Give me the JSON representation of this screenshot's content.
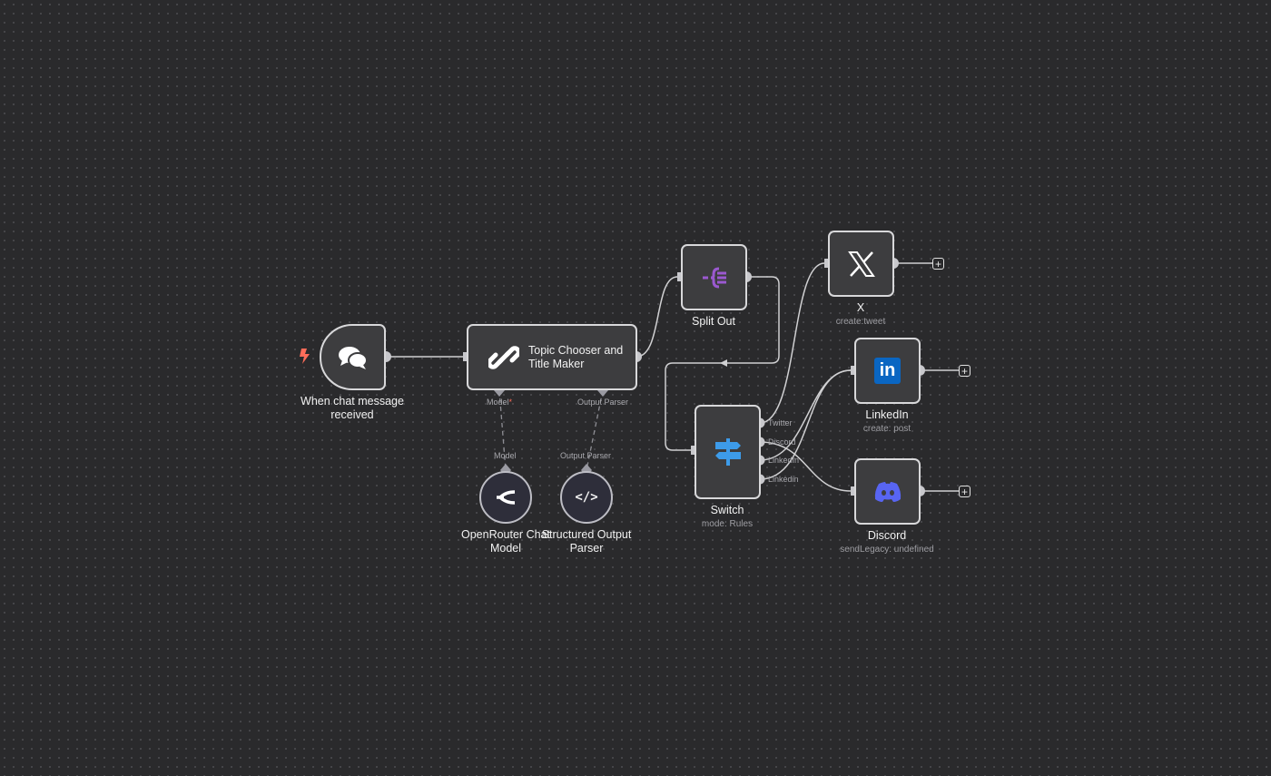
{
  "nodes": {
    "trigger": {
      "label": "When chat message received",
      "icon": "chat-bubbles-icon"
    },
    "agent": {
      "label": "Topic Chooser and Title Maker",
      "icon": "link-chain-icon",
      "ports": {
        "model": "Model",
        "model_required": "*",
        "parser": "Output Parser"
      }
    },
    "openrouter": {
      "label": "OpenRouter Chat Model",
      "port": "Model",
      "icon": "openrouter-icon"
    },
    "parser": {
      "label": "Structured Output Parser",
      "port": "Output Parser",
      "icon": "code-icon"
    },
    "split_out": {
      "label": "Split Out",
      "icon": "split-icon",
      "color": "#9b59d0"
    },
    "switch": {
      "label": "Switch",
      "subtitle": "mode: Rules",
      "icon": "signpost-icon",
      "color": "#3d9be9",
      "outputs": [
        "Twitter",
        "Discord",
        "LinkedIn",
        "Linkedin"
      ]
    },
    "x": {
      "label": "X",
      "subtitle": "create:tweet",
      "icon": "x-logo-icon"
    },
    "linkedin": {
      "label": "LinkedIn",
      "subtitle": "create: post",
      "icon": "linkedin-logo-icon",
      "color": "#0a66c2"
    },
    "discord": {
      "label": "Discord",
      "subtitle": "sendLegacy: undefined",
      "icon": "discord-logo-icon",
      "color": "#5865f2"
    }
  },
  "colors": {
    "trigger_bolt": "#ff6d5a",
    "accent_star": "#ff6d5a"
  }
}
